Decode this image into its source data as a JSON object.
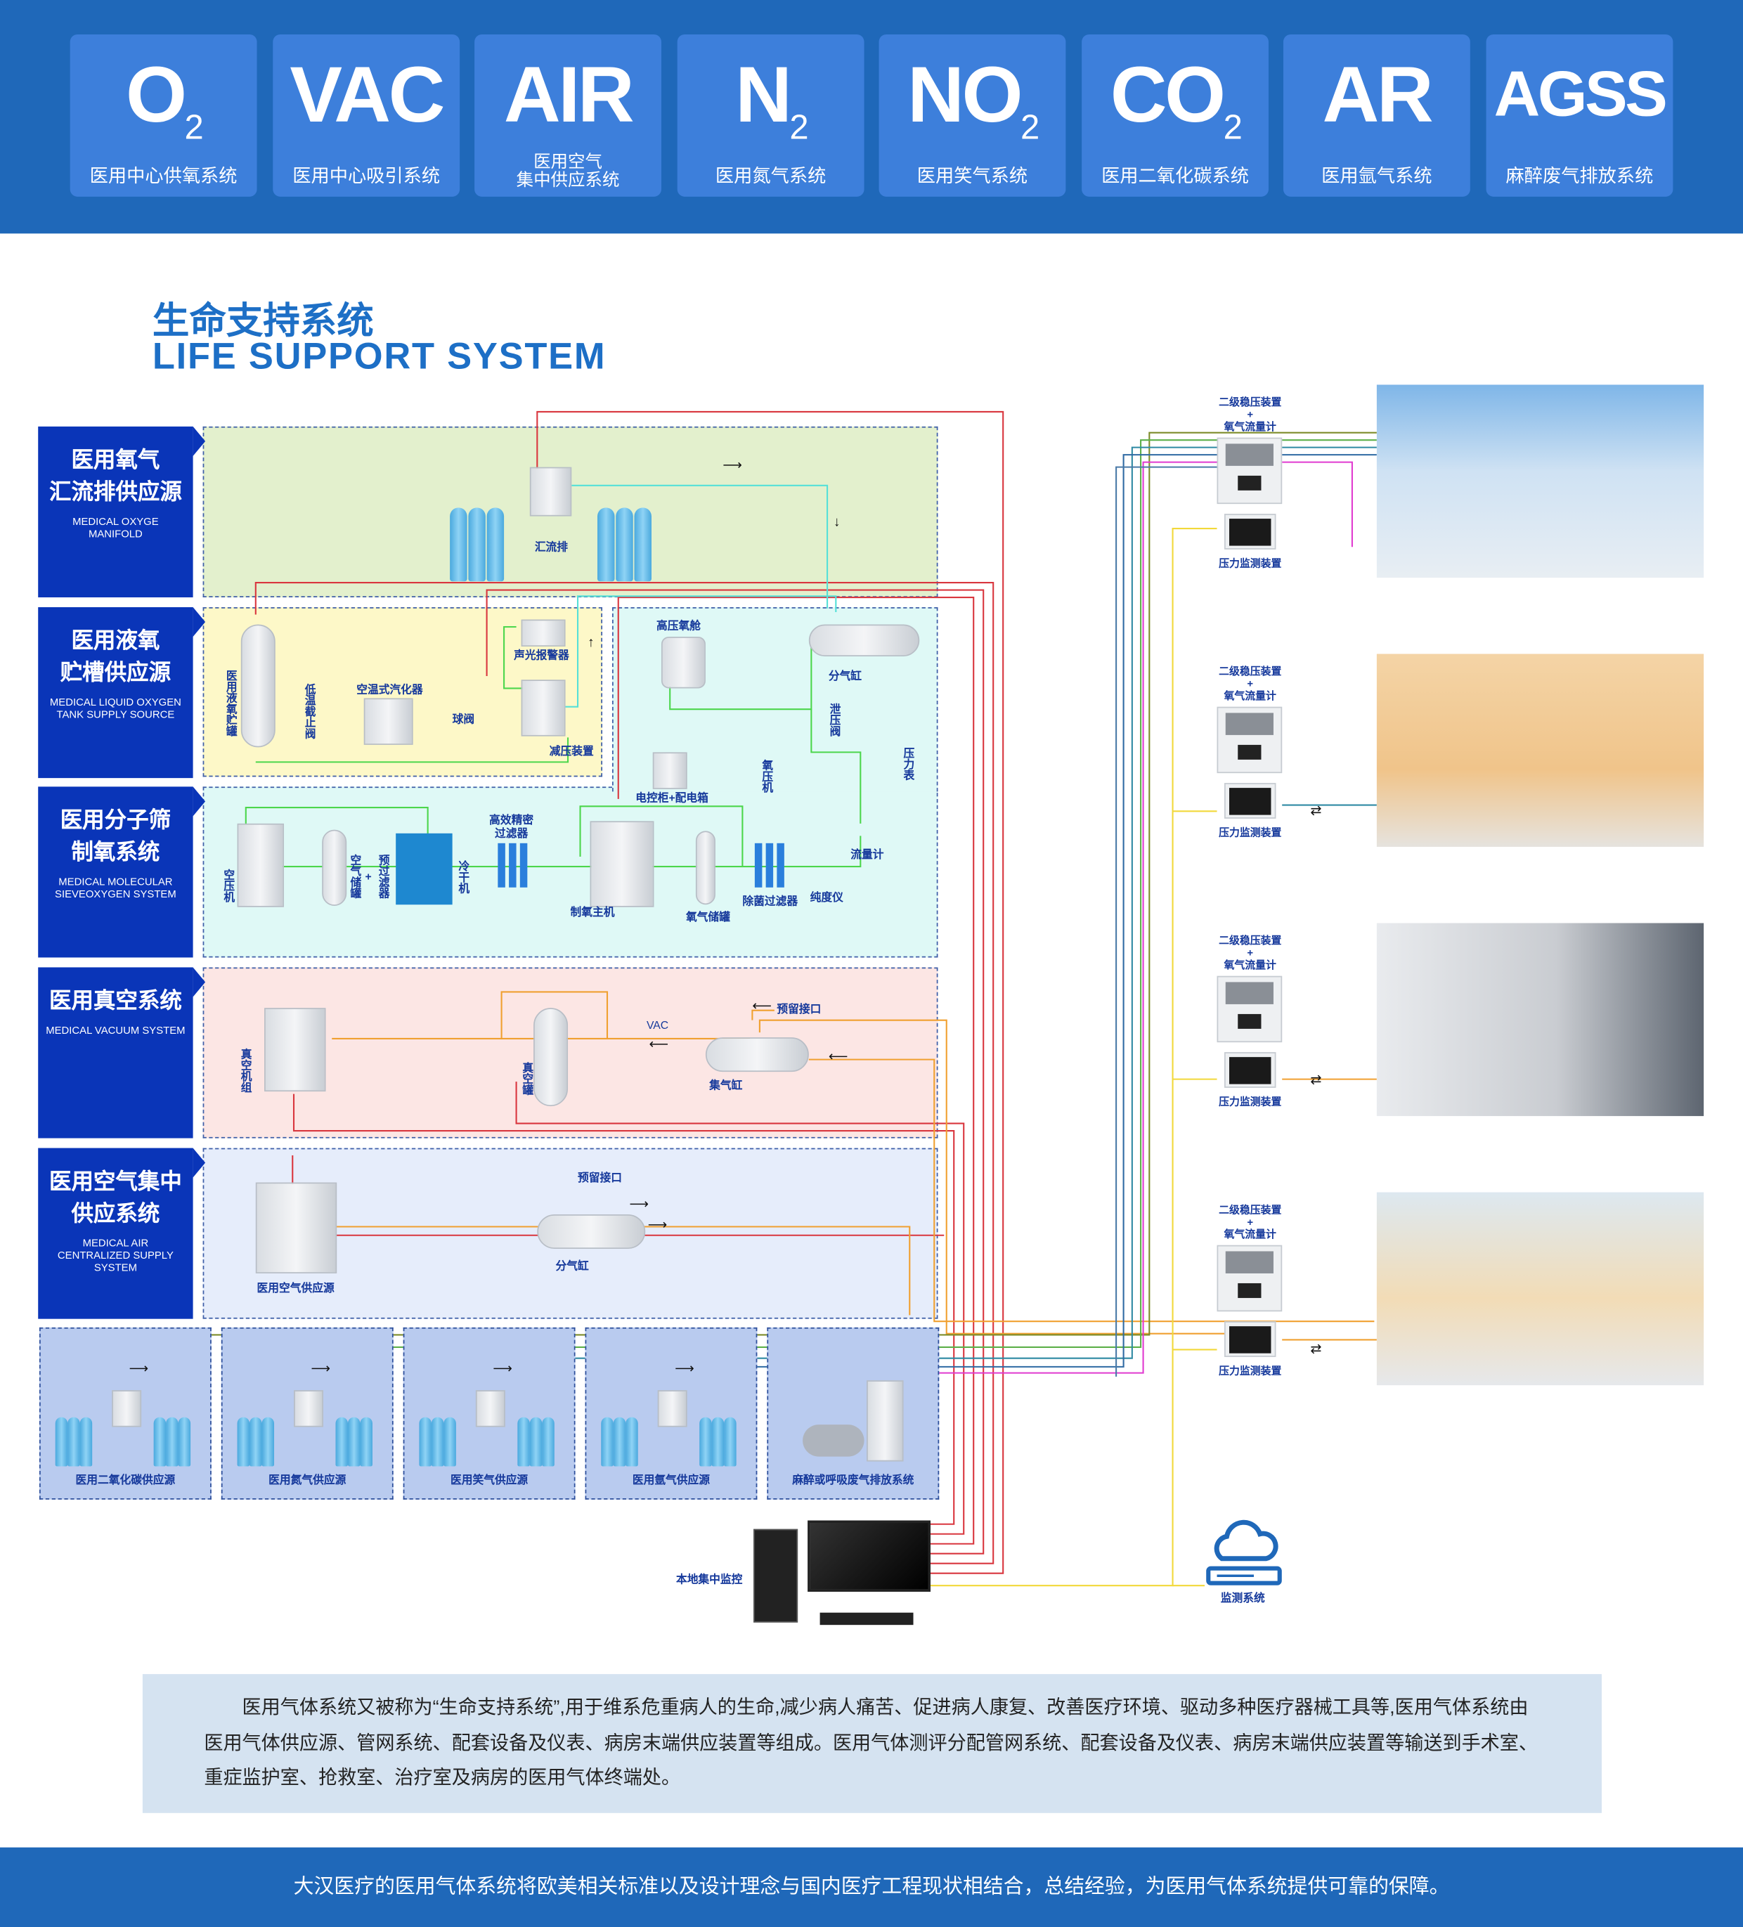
{
  "header": {
    "tiles": [
      {
        "symbol": "O",
        "sub": "2",
        "caption": "医用中心供氧系统"
      },
      {
        "symbol": "VAC",
        "sub": "",
        "caption": "医用中心吸引系统"
      },
      {
        "symbol": "AIR",
        "sub": "",
        "caption": "医用空气\n集中供应系统"
      },
      {
        "symbol": "N",
        "sub": "2",
        "caption": "医用氮气系统"
      },
      {
        "symbol": "NO",
        "sub": "2",
        "caption": "医用笑气系统"
      },
      {
        "symbol": "CO",
        "sub": "2",
        "caption": "医用二氧化碳系统"
      },
      {
        "symbol": "AR",
        "sub": "",
        "caption": "医用氩气系统"
      },
      {
        "symbol": "AGSS",
        "sub": "",
        "caption": "麻醉废气排放系统"
      }
    ]
  },
  "title": {
    "cn": "生命支持系统",
    "en": "LIFE SUPPORT SYSTEM"
  },
  "sections": [
    {
      "cn": "医用氧气\n汇流排供应源",
      "en": "MEDICAL OXYGE MANIFOLD",
      "color": "#e3f0cd"
    },
    {
      "cn": "医用液氧\n贮槽供应源",
      "en": "MEDICAL LIQUID OXYGEN TANK SUPPLY SOURCE",
      "color": "#fdf8c8"
    },
    {
      "cn": "医用分子筛\n制氧系统",
      "en": "MEDICAL MOLECULAR SIEVEOXYGEN SYSTEM",
      "color": "#dff9f6"
    },
    {
      "cn": "医用真空系统",
      "en": "MEDICAL VACUUM SYSTEM",
      "color": "#fce6e4"
    },
    {
      "cn": "医用空气集中\n供应系统",
      "en": "MEDICAL AIR CENTRALIZED SUPPLY SYSTEM",
      "color": "#e6edfb"
    }
  ],
  "equipment": [
    "汇流排",
    "声光报警器",
    "减压装置",
    "医用液氧贮罐",
    "低温截止阀",
    "空温式汽化器",
    "球阀",
    "高压氧舱",
    "分气缸",
    "泄压阀",
    "氧压机",
    "压力表",
    "电控柜+配电箱",
    "高效精密\n过滤器",
    "空压机",
    "空气储罐",
    "+",
    "预过滤器",
    "冷干机",
    "制氧主机",
    "氧气储罐",
    "除菌过滤器",
    "纯度仪",
    "流量计",
    "真空机组",
    "真空罐",
    "VAC",
    "预留接口",
    "集气缸",
    "预留接口",
    "分气缸",
    "医用空气供应源"
  ],
  "bottom_sources": [
    "医用二氧化碳供应源",
    "医用氮气供应源",
    "医用笑气供应源",
    "医用氩气供应源",
    "麻醉或呼吸废气排放系统"
  ],
  "terminal": {
    "regulator": "二级稳压装置\n+\n氧气流量计",
    "monitor": "压力监测装置"
  },
  "local_monitor": "本地集中监控",
  "cloud": {
    "label": "监测系统",
    "icon": "cloud-server-icon"
  },
  "description": "医用气体系统又被称为“生命支持系统”,用于维系危重病人的生命,减少病人痛苦、促进病人康复、改善医疗环境、驱动多种医疗器械工具等,医用气体系统由医用气体供应源、管网系统、配套设备及仪表、病房末端供应装置等组成。医用气体测评分配管网系统、配套设备及仪表、病房末端供应装置等输送到手术室、重症监护室、抢救室、治疗室及病房的医用气体终端处。",
  "footer": "大汉医疗的医用气体系统将欧美相关标准以及设计理念与国内医疗工程现状相结合，总结经验，为医用气体系统提供可靠的保障。",
  "colors": {
    "header": "#1f68b9",
    "tile": "#3d7fdb",
    "label": "#0a35b8",
    "title": "#1d6fc6"
  }
}
